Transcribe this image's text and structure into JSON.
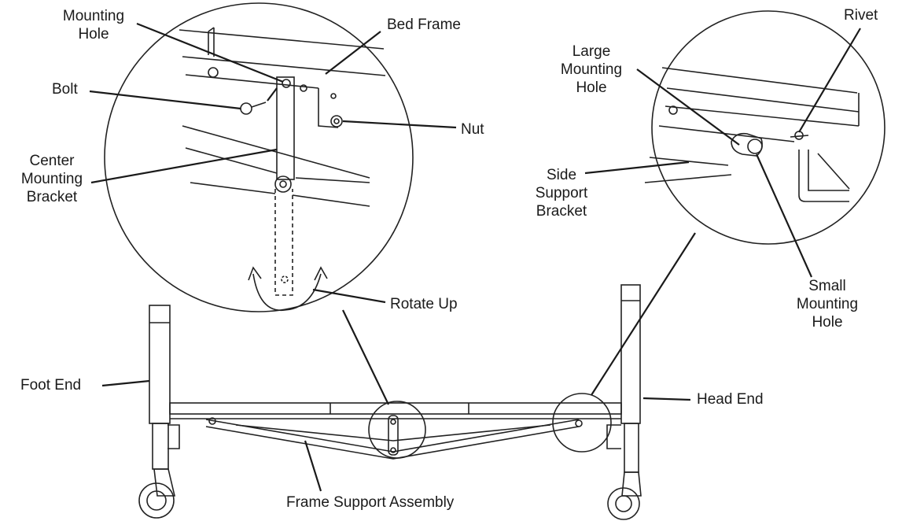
{
  "labels": {
    "mounting_hole_1": "Mounting",
    "mounting_hole_2": "Hole",
    "bed_frame": "Bed Frame",
    "bolt": "Bolt",
    "nut": "Nut",
    "center_bracket_1": "Center",
    "center_bracket_2": "Mounting",
    "center_bracket_3": "Bracket",
    "rotate_up": "Rotate Up",
    "foot_end": "Foot End",
    "frame_support": "Frame Support Assembly",
    "rivet": "Rivet",
    "large_hole_1": "Large",
    "large_hole_2": "Mounting",
    "large_hole_3": "Hole",
    "side_bracket_1": "Side",
    "side_bracket_2": "Support",
    "side_bracket_3": "Bracket",
    "small_hole_1": "Small",
    "small_hole_2": "Mounting",
    "small_hole_3": "Hole",
    "head_end": "Head End"
  },
  "colors": {
    "ink": "#1a1a1a",
    "background": "#ffffff"
  }
}
